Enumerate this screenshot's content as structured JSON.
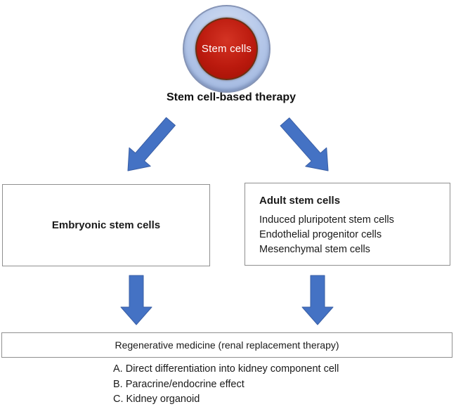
{
  "figure": {
    "root_node": {
      "label": "Stem cells"
    },
    "title": "Stem cell-based therapy",
    "left_box": {
      "title": "Embryonic stem cells"
    },
    "right_box": {
      "title": "Adult stem cells",
      "items": [
        "Induced pluripotent stem cells",
        "Endothelial progenitor cells",
        "Mesenchymal stem cells"
      ]
    },
    "outcome_box": {
      "label": "Regenerative medicine (renal replacement therapy)"
    },
    "mechanisms": [
      "A. Direct differentiation into kidney component cell",
      "B. Paracrine/endocrine effect",
      "C. Kidney organoid"
    ],
    "colors": {
      "arrow_blue": "#4472c4",
      "arrow_outline": "#3a5fa5",
      "node_red": "#b5170b",
      "ring_blue": "#aec2e6",
      "box_border_gray": "#8f8f8f",
      "text": "#1a1a1a"
    }
  }
}
